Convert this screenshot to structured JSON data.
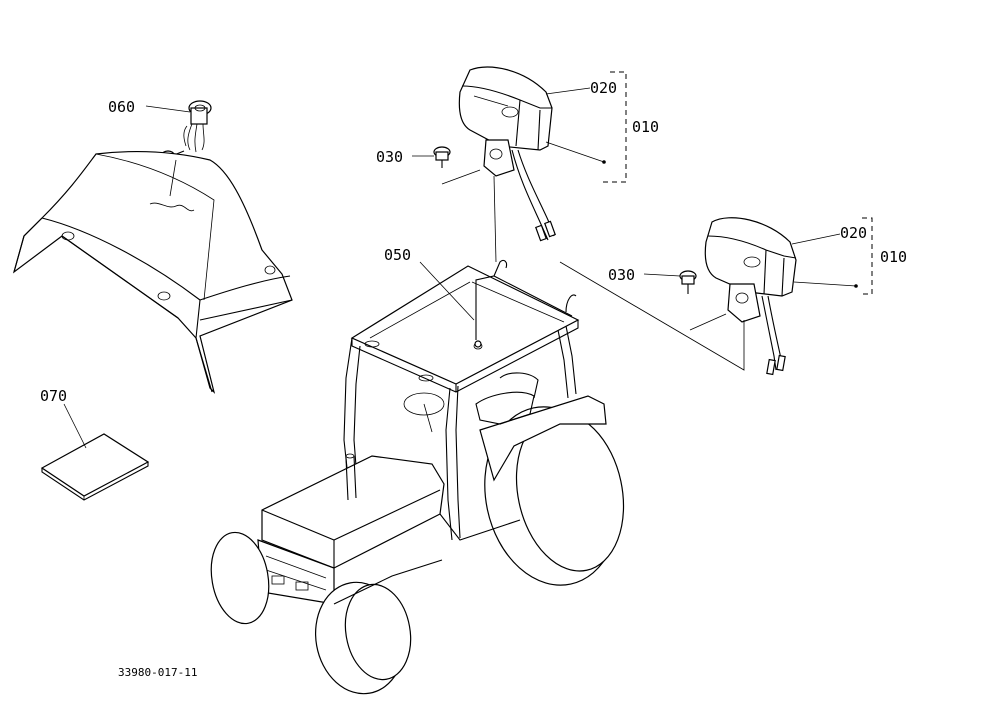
{
  "diagram": {
    "callouts": {
      "c060": "060",
      "c030a": "030",
      "c020a": "020",
      "c010a": "010",
      "c050": "050",
      "c020b": "020",
      "c010b": "010",
      "c030b": "030",
      "c070": "070"
    },
    "drawing_number": "33980-017-11"
  }
}
